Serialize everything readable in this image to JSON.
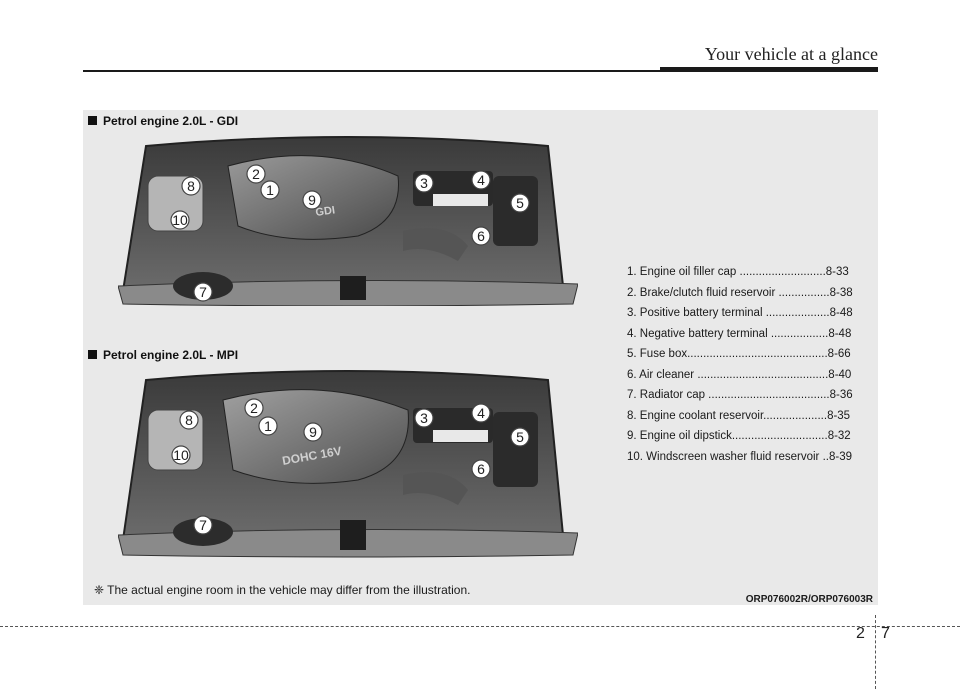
{
  "header": {
    "title": "Your vehicle at a glance"
  },
  "sections": [
    {
      "label": "Petrol engine 2.0L - GDI",
      "engine_text": "GDI",
      "callouts": [
        "1",
        "2",
        "3",
        "4",
        "5",
        "6",
        "7",
        "8",
        "9",
        "10"
      ]
    },
    {
      "label": "Petrol engine 2.0L - MPI",
      "engine_text": "DOHC 16V",
      "callouts": [
        "1",
        "2",
        "3",
        "4",
        "5",
        "6",
        "7",
        "8",
        "9",
        "10"
      ]
    }
  ],
  "legend": [
    "1. Engine oil filler cap ...........................8-33",
    "2. Brake/clutch fluid reservoir ................8-38",
    "3. Positive battery terminal ....................8-48",
    "4. Negative battery terminal ..................8-48",
    "5. Fuse box............................................8-66",
    "6. Air cleaner .........................................8-40",
    "7. Radiator cap ......................................8-36",
    "8. Engine coolant reservoir....................8-35",
    "9. Engine oil dipstick..............................8-32",
    "10. Windscreen washer fluid reservoir ..8-39"
  ],
  "note": "❈ The actual engine room in the vehicle may differ from the illustration.",
  "image_code": "ORP076002R/ORP076003R",
  "page": {
    "chapter": "2",
    "number": "7"
  }
}
